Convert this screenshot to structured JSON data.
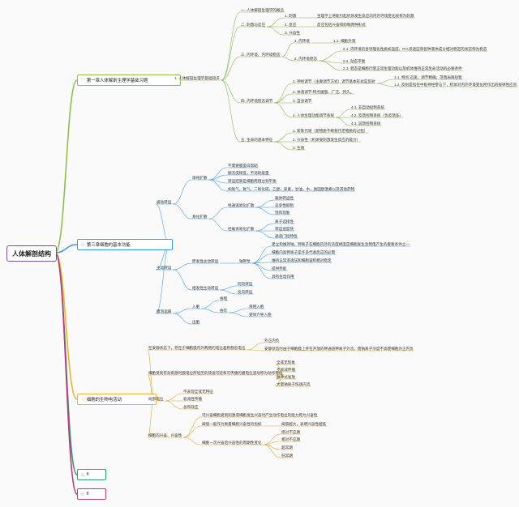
{
  "root": {
    "label": "人体解剖结构"
  },
  "chapters": [
    {
      "label": "第一章人体解剖生理学基础习题",
      "icon": "♡",
      "icon_name": "heart-outline-icon",
      "color": "#8fbf4a"
    },
    {
      "label": "第三章细胞的基本功能",
      "icon": "☆",
      "icon_name": "star-outline-icon",
      "color": "#3a9ad9"
    },
    {
      "label": "细胞的生物电活动",
      "icon": "☆",
      "icon_name": "star-outline-icon",
      "color": "#e3b82f"
    },
    {
      "label": "fi",
      "icon": "♨",
      "icon_name": "fire-icon",
      "color": "#2a9d6a"
    },
    {
      "label": "fi",
      "icon": "☆",
      "icon_name": "star-outline-icon",
      "color": "#c23a7a"
    }
  ],
  "ch1": {
    "n1": "1. 人体解剖生理学基础知识",
    "s1": "一. 人体解剖生理学的概念",
    "s2": "二. 刺激与反应",
    "s2a": "1. 刺激",
    "s2a1": "生理学上将能引起机体发生反应的内外环境变化统称为刺激",
    "s2b": "2. 反应",
    "s2b1": "反应包括兴奋和抑制两种形式",
    "s2c": "3. 兴奋性",
    "s3": "三. 内环境、内环境稳态",
    "s3a": "1. 内环境",
    "s3a1": "1.1. 细胞外液",
    "s3b": "2. 内环境稳态",
    "s3b1": "2.1. 内环境的各项理化性质如温度、PH,渗透压和各种液体成分相对稳定的状态称为稳态",
    "s3b2": "2.2. 动态平衡",
    "s3b3": "2.3. 稳态是细胞行使正常生理功能以及机体维持正常生命活动的必要条件",
    "s4": "四. 内环境稳态调节",
    "s4a": "1. 神经调节（主要调节方式）调节基本形式是反射",
    "s4a1": "1.1. 特点:迅速，调节精确，范围局限短暂",
    "s4a2": "1.2. 反射是指在中枢神经参与下，机体对内外环境变化所作出的规律性应答",
    "s4b": "2. 体液调节:特点缓慢、广泛、持久。",
    "s4c": "3. 自身调节",
    "s4d": "4. 人体生理功能调节系统",
    "s4d1": "4.1. 非自动控制系统",
    "s4d2": "4.2. 反馈控制系统（负反馈多）",
    "s4d3": "4.3. 前馈控制系统",
    "s5": "五. 生命的基本特征",
    "s5a": "1. 新陈代谢（新物质不断替代老物质的过程）",
    "s5b": "2. 兴奋性（机体受刺激发生反应的能力）",
    "s5c": "3. 生殖"
  },
  "ch3": {
    "a": "被动转运",
    "a1": "单纯扩散",
    "a1x": [
      "不需要膜蛋白帮助",
      "顺浓度梯度，不消耗能量",
      "转运结果是细胞两侧达到平衡",
      "如氧气，氮气，二氧化碳，乙醇，尿素，甘油，水，类固醇激素以及其他药物"
    ],
    "a2": "易化扩散",
    "a2a": "经通道易化扩散",
    "a2ax": [
      "载体转运性",
      "竞争性抑制",
      "饱和现象"
    ],
    "a2b": "经载体易化扩散",
    "a2bx": [
      "离子选择性",
      "转运速度快",
      "通道门控特性"
    ],
    "b": "主动转运",
    "b1": "原发性主动转运",
    "b1a": "钠钾泵",
    "b1ax": [
      "建立和维持钠，钾离子在细胞内外的浓度梯度是细胞发生生物电产生的重要条件之一",
      "细胞内高钾离子是许多代谢反应的必需",
      "维持正常渗透压和细胞容积相对稳定",
      "提供势能",
      "具有生电作用"
    ],
    "b2": "继发性主动转运",
    "b2x": [
      "同向转运",
      "反向转运"
    ],
    "c": "膜泡运输",
    "c1": "入胞",
    "c1a": "吞噬",
    "c1b": "吞饮",
    "c1bx": [
      "液相入胞",
      "受体介导入胞"
    ],
    "c2": "出胞"
  },
  "ch4": {
    "a": "在安静状态下，存在于细胞膜内外两侧的电位差称静息电位",
    "ax": [
      "外正内负",
      "安静状态时由于细胞膜上存在开放的钾通道钾离子外流，而钠离子浓度不高使细胞外正内负"
    ],
    "b": "细胞受到有效刺激时膜电位所经历的快速可逆和可传播的膜电位波动称为动作电位",
    "bx": [
      "全或无现象",
      "不衰减传播",
      "脉冲式发放",
      "大量钠离子快速内流"
    ],
    "c": "局部电位",
    "cx": [
      "不表现全或无特征",
      "衰减性传播",
      "总和效应"
    ],
    "d": "细胞的兴奋、兴奋性",
    "d1": "可兴奋细胞受到刺激或细胞发生兴奋时产生动作电位的能力称为兴奋性",
    "d2": "阈值一般作为衡量细胞兴奋性的指标",
    "d2a": "阈值越大，表明兴奋性越低",
    "d3": "细胞一次兴奋后兴奋性的周期性变化",
    "d3x": [
      "绝对不应期",
      "相对不应期",
      "超常期",
      "低常期"
    ]
  }
}
